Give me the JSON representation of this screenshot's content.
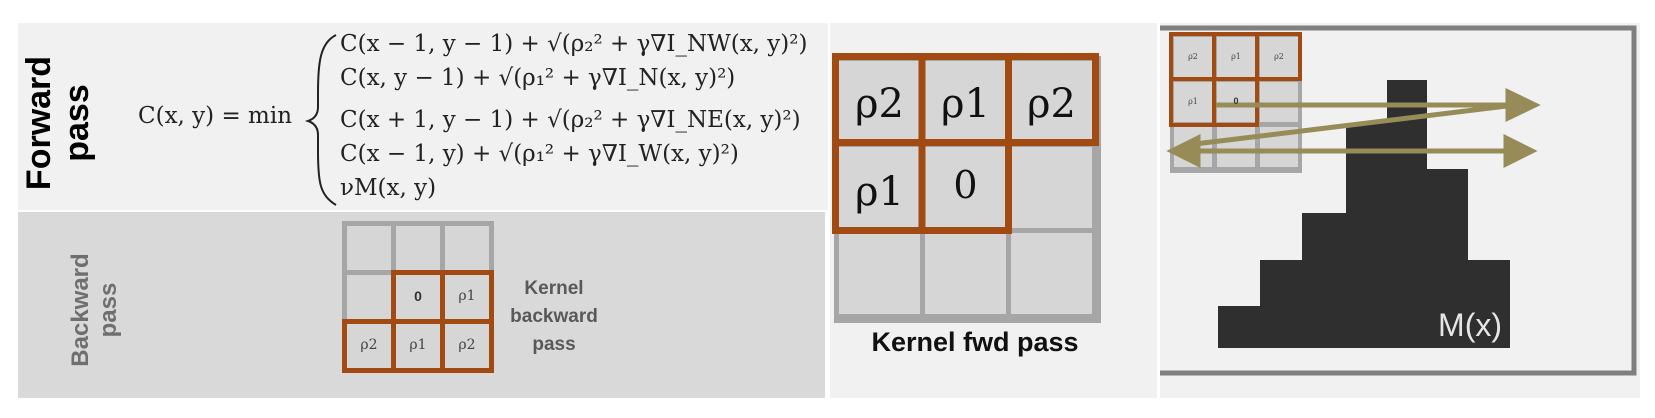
{
  "forward_pass": {
    "label_line1": "Forward",
    "label_line2": "pass",
    "lhs": "C(x, y) = min",
    "cases": [
      "C(x − 1, y − 1) + √(ρ₂² + γ∇I_NW(x, y)²)",
      "C(x, y − 1) + √(ρ₁² + γ∇I_N(x, y)²)",
      "C(x + 1, y − 1) + √(ρ₂² + γ∇I_NE(x, y)²)",
      "C(x − 1, y) + √(ρ₁² + γ∇I_W(x, y)²)",
      "νM(x, y)"
    ]
  },
  "backward_pass": {
    "label_line1": "Backward",
    "label_line2": "pass",
    "kernel": {
      "row2": [
        "",
        "0",
        "ρ1"
      ],
      "row3": [
        "ρ2",
        "ρ1",
        "ρ2"
      ]
    },
    "caption_lines": [
      "Kernel",
      "backward",
      "pass"
    ]
  },
  "kernel_fwd": {
    "row1": [
      "ρ2",
      "ρ1",
      "ρ2"
    ],
    "row2": [
      "ρ1",
      "0",
      ""
    ],
    "caption": "Kernel fwd pass"
  },
  "mask_panel": {
    "mini_kernel": {
      "row1": [
        "ρ2",
        "ρ1",
        "ρ2"
      ],
      "row2": [
        "ρ1",
        "0",
        ""
      ]
    },
    "label": "M(x)"
  },
  "colors": {
    "kernel_outline": "#a14b12",
    "grid_gray": "#a6a6a6",
    "cell_fill": "#d6d6d6",
    "mask_fill": "#2f2f2f",
    "arrow_color": "#978c57",
    "frame_gray": "#7f7f7f"
  }
}
